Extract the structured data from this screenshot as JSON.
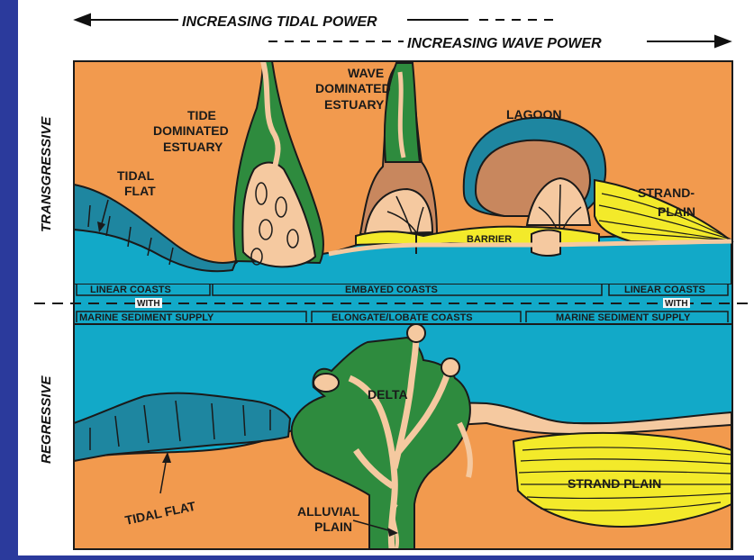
{
  "header": {
    "tidal_power": "INCREASING  TIDAL  POWER",
    "wave_power": "INCREASING  WAVE  POWER"
  },
  "side_labels": {
    "transgressive": "TRANSGRESSIVE",
    "regressive": "REGRESSIVE"
  },
  "upper_labels": {
    "tidal_flat_1": "TIDAL",
    "tidal_flat_2": "FLAT",
    "tide_estuary_1": "TIDE",
    "tide_estuary_2": "DOMINATED",
    "tide_estuary_3": "ESTUARY",
    "wave_estuary_1": "WAVE",
    "wave_estuary_2": "DOMINATED",
    "wave_estuary_3": "ESTUARY",
    "lagoon": "LAGOON",
    "strandplain_1": "STRAND-",
    "strandplain_2": "PLAIN",
    "barrier": "BARRIER"
  },
  "classification": {
    "linear_coasts_left": "LINEAR  COASTS",
    "with_left": "WITH",
    "marine_supply_left": "MARINE   SEDIMENT   SUPPLY",
    "embayed_coasts": "EMBAYED  COASTS",
    "elongate_lobate": "ELONGATE/LOBATE  COASTS",
    "linear_coasts_right": "LINEAR   COASTS",
    "with_right": "WITH",
    "marine_supply_right": "MARINE   SEDIMENT   SUPPLY"
  },
  "lower_labels": {
    "delta": "DELTA",
    "tidal_flat": "TIDAL  FLAT",
    "alluvial_1": "ALLUVIAL",
    "alluvial_2": "PLAIN",
    "strand_plain": "STRAND   PLAIN"
  },
  "colors": {
    "frame_blue": "#2b3a9c",
    "land_orange": "#f29a4e",
    "water_cyan": "#12a9c8",
    "dark_teal": "#1e86a0",
    "estuary_green": "#2e8b3e",
    "sand_peach": "#f5c9a0",
    "lagoon_brown": "#c8875e",
    "barrier_yellow": "#f3ea2a",
    "outline": "#1a1a1a"
  }
}
